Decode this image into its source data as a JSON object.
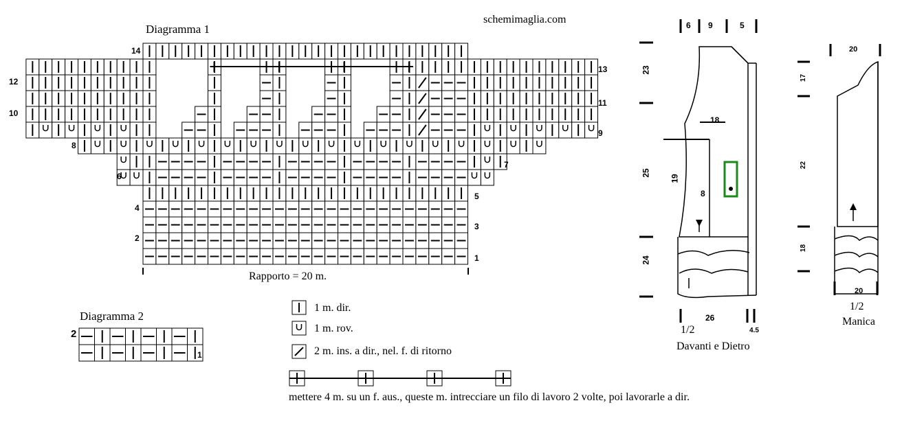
{
  "site": "schemimaglia.com",
  "diagram1": {
    "title": "Diagramma 1",
    "repeat_label": "Rapporto = 20 m.",
    "row_numbers_left": [
      "14",
      "12",
      "10",
      "8",
      "6",
      "4",
      "2"
    ],
    "row_numbers_right": [
      "13",
      "11",
      "9",
      "7",
      "5",
      "3",
      "1"
    ]
  },
  "diagram2": {
    "title": "Diagramma 2",
    "row_left": "2",
    "row_right": "1"
  },
  "legend": [
    {
      "symbol": "knit",
      "text": "1 m. dir."
    },
    {
      "symbol": "purl",
      "text": "1 m. rov."
    },
    {
      "symbol": "k2tog",
      "text": "2 m. ins. a dir., nel. f. di ritorno"
    },
    {
      "symbol": "cable",
      "text": "mettere 4 m. su un f. aus., queste m. intrecciare un filo di lavoro 2 volte, poi lavorarle a dir."
    }
  ],
  "schema_body": {
    "top": [
      "6",
      "9",
      "5"
    ],
    "left": [
      "23",
      "25",
      "24"
    ],
    "inner": [
      "18",
      "19",
      "8"
    ],
    "bottom": [
      "26",
      "4.5"
    ],
    "caption_line1": "1/2",
    "caption_line2": "Davanti e Dietro"
  },
  "schema_sleeve": {
    "top": "20",
    "left": [
      "17",
      "22",
      "18"
    ],
    "bottom": "20",
    "caption_line1": "1/2",
    "caption_line2": "Manica"
  },
  "colors": {
    "ink": "#000000",
    "pocket": "#1a8a1a",
    "paper": "#ffffff"
  }
}
